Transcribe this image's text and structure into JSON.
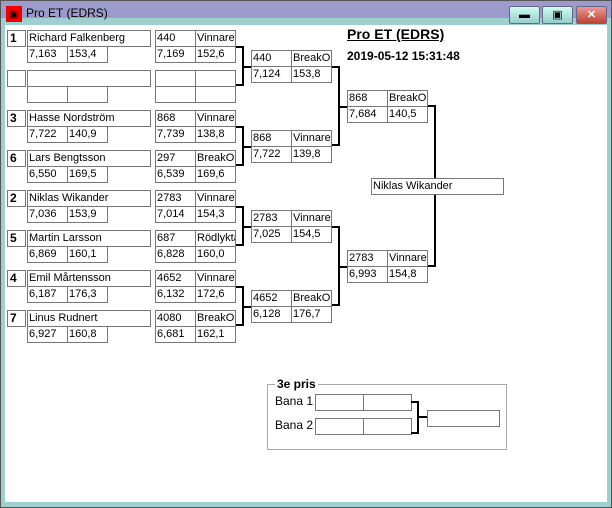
{
  "window": {
    "title": "Pro ET (EDRS)",
    "buttons": [
      "minimize",
      "maximize",
      "close"
    ]
  },
  "header": {
    "title": "Pro ET (EDRS)",
    "timestamp": "2019-05-12 15:31:48"
  },
  "round1": [
    {
      "seed": "1",
      "name": "Richard Falkenberg",
      "rt": "7,163",
      "et": "153,4",
      "car": "440",
      "result": "Vinnare",
      "rt2": "7,169",
      "et2": "152,6"
    },
    {
      "seed": "",
      "name": "",
      "rt": "",
      "et": "",
      "car": "",
      "result": "",
      "rt2": "",
      "et2": ""
    },
    {
      "seed": "3",
      "name": "Hasse Nordström",
      "rt": "7,722",
      "et": "140,9",
      "car": "868",
      "result": "Vinnare",
      "rt2": "7,739",
      "et2": "138,8"
    },
    {
      "seed": "6",
      "name": "Lars Bengtsson",
      "rt": "6,550",
      "et": "169,5",
      "car": "297",
      "result": "BreakOut",
      "rt2": "6,539",
      "et2": "169,6"
    },
    {
      "seed": "2",
      "name": "Niklas Wikander",
      "rt": "7,036",
      "et": "153,9",
      "car": "2783",
      "result": "Vinnare",
      "rt2": "7,014",
      "et2": "154,3"
    },
    {
      "seed": "5",
      "name": "Martin Larsson",
      "rt": "6,869",
      "et": "160,1",
      "car": "687",
      "result": "Rödlykta",
      "rt2": "6,828",
      "et2": "160,0"
    },
    {
      "seed": "4",
      "name": "Emil Mårtensson",
      "rt": "6,187",
      "et": "176,3",
      "car": "4652",
      "result": "Vinnare",
      "rt2": "6,132",
      "et2": "172,6"
    },
    {
      "seed": "7",
      "name": "Linus Rudnert",
      "rt": "6,927",
      "et": "160,8",
      "car": "4080",
      "result": "BreakOut",
      "rt2": "6,681",
      "et2": "162,1"
    }
  ],
  "round2": [
    {
      "car": "440",
      "result": "BreakOut",
      "rt": "7,124",
      "et": "153,8"
    },
    {
      "car": "868",
      "result": "Vinnare",
      "rt": "7,722",
      "et": "139,8"
    },
    {
      "car": "2783",
      "result": "Vinnare",
      "rt": "7,025",
      "et": "154,5"
    },
    {
      "car": "4652",
      "result": "BreakOut",
      "rt": "6,128",
      "et": "176,7"
    }
  ],
  "round3": [
    {
      "car": "868",
      "result": "BreakOut",
      "rt": "7,684",
      "et": "140,5"
    },
    {
      "car": "2783",
      "result": "Vinnare",
      "rt": "6,993",
      "et": "154,8"
    }
  ],
  "winner": "Niklas Wikander",
  "third_place": {
    "label": "3e pris",
    "lane1": "Bana 1",
    "lane2": "Bana 2",
    "lane1_values": [
      "",
      ""
    ],
    "lane2_values": [
      "",
      ""
    ],
    "result": ""
  }
}
